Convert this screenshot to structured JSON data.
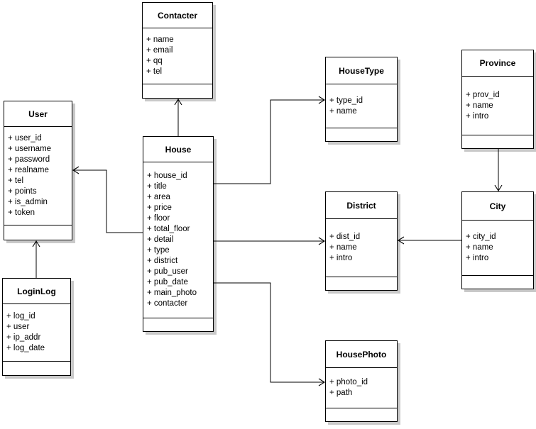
{
  "diagram": {
    "type": "uml-class-diagram",
    "classes": [
      {
        "name": "Contacter",
        "attributes": [
          "+ name",
          "+ email",
          "+ qq",
          "+ tel"
        ]
      },
      {
        "name": "User",
        "attributes": [
          "+ user_id",
          "+ username",
          "+ password",
          "+ realname",
          "+ tel",
          "+ points",
          "+ is_admin",
          "+ token"
        ]
      },
      {
        "name": "House",
        "attributes": [
          "+ house_id",
          "+ title",
          "+ area",
          "+ price",
          "+ floor",
          "+ total_floor",
          "+ detail",
          "+ type",
          "+ district",
          "+ pub_user",
          "+ pub_date",
          "+ main_photo",
          "+ contacter"
        ]
      },
      {
        "name": "HouseType",
        "attributes": [
          "+ type_id",
          "+ name"
        ]
      },
      {
        "name": "Province",
        "attributes": [
          "+ prov_id",
          "+ name",
          "+ intro"
        ]
      },
      {
        "name": "District",
        "attributes": [
          "+ dist_id",
          "+ name",
          "+ intro"
        ]
      },
      {
        "name": "City",
        "attributes": [
          "+ city_id",
          "+ name",
          "+ intro"
        ]
      },
      {
        "name": "LoginLog",
        "attributes": [
          "+ log_id",
          "+ user",
          "+ ip_addr",
          "+ log_date"
        ]
      },
      {
        "name": "HousePhoto",
        "attributes": [
          "+ photo_id",
          "+ path"
        ]
      }
    ],
    "relations": [
      {
        "from": "House",
        "to": "Contacter"
      },
      {
        "from": "House",
        "to": "User"
      },
      {
        "from": "House",
        "to": "HouseType"
      },
      {
        "from": "House",
        "to": "District"
      },
      {
        "from": "House",
        "to": "HousePhoto"
      },
      {
        "from": "City",
        "to": "District"
      },
      {
        "from": "Province",
        "to": "City"
      },
      {
        "from": "LoginLog",
        "to": "User"
      }
    ],
    "colors": {
      "line": "#000000",
      "box_fill": "#ffffff",
      "box_border": "#000000",
      "shadow": "#c9c9c9",
      "text": "#000000",
      "background": "#ffffff"
    }
  }
}
